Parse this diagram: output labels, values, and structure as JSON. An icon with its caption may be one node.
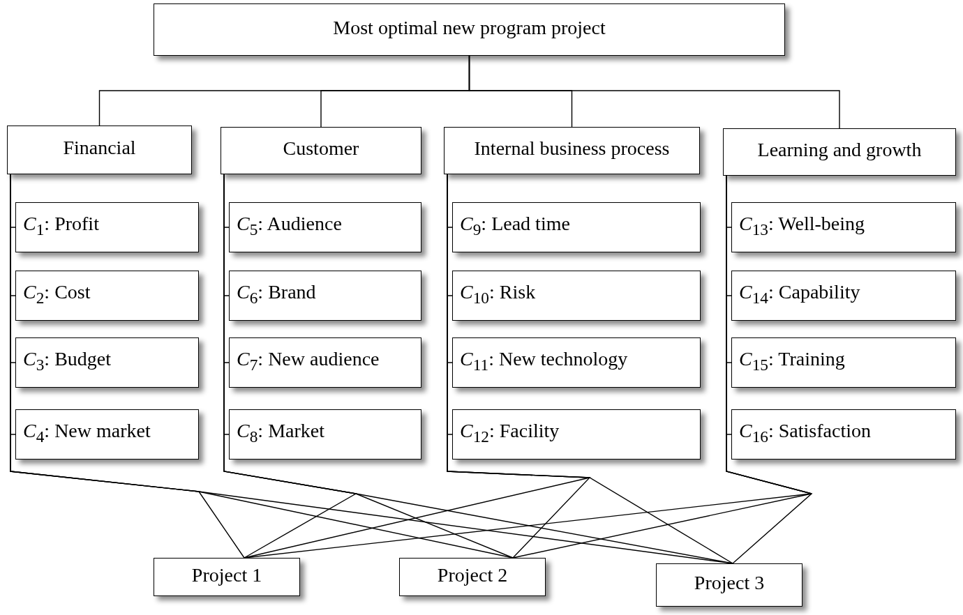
{
  "diagram": {
    "nodes": [
      {
        "text": [
          "Most optimal new program project"
        ]
      },
      {
        "text": [
          "Financial"
        ]
      },
      {
        "text": [
          "*C*$_{1}$: Profit"
        ]
      },
      {
        "text": [
          "*C*$_{2}$: Cost"
        ]
      },
      {
        "text": [
          "*C*$_{3}$: Budget"
        ]
      },
      {
        "text": [
          "*C*$_{4}$: New market"
        ]
      },
      {
        "text": [
          "Customer"
        ]
      },
      {
        "text": [
          "*C*$_{5}$: Audience"
        ]
      },
      {
        "text": [
          "*C*$_{6}$: Brand"
        ]
      },
      {
        "text": [
          "*C*$_{7}$: New audience"
        ]
      },
      {
        "text": [
          "*C*$_{8}$: Market"
        ]
      },
      {
        "text": [
          "Internal business process"
        ]
      },
      {
        "text": [
          "*C*$_{9}$: Lead time"
        ]
      },
      {
        "text": [
          "*C*$_{10}$: Risk"
        ]
      },
      {
        "text": [
          "*C*$_{11}$: New technology"
        ]
      },
      {
        "text": [
          "*C*$_{12}$: Facility"
        ]
      },
      {
        "text": [
          "Learning and growth"
        ]
      },
      {
        "text": [
          "*C*$_{13}$: Well-being"
        ]
      },
      {
        "text": [
          "*C*$_{14}$: Capability"
        ]
      },
      {
        "text": [
          "*C*$_{15}$: Training"
        ]
      },
      {
        "text": [
          "*C*$_{16}$: Satisfaction"
        ]
      },
      {
        "text": [
          "Project 1"
        ]
      },
      {
        "text": [
          "Project 2"
        ]
      },
      {
        "text": [
          "Project 3"
        ]
      }
    ],
    "edges": [
      {
        "from": 0,
        "to": 1,
        "arrow": "none"
      },
      {
        "from": 0,
        "to": 6,
        "arrow": "none"
      },
      {
        "from": 0,
        "to": 11,
        "arrow": "none"
      },
      {
        "from": 0,
        "to": 16,
        "arrow": "none"
      },
      {
        "from": 1,
        "to": 2,
        "arrow": "none"
      },
      {
        "from": 1,
        "to": 3,
        "arrow": "none"
      },
      {
        "from": 1,
        "to": 4,
        "arrow": "none"
      },
      {
        "from": 1,
        "to": 5,
        "arrow": "none"
      },
      {
        "from": 6,
        "to": 7,
        "arrow": "none"
      },
      {
        "from": 6,
        "to": 8,
        "arrow": "none"
      },
      {
        "from": 6,
        "to": 9,
        "arrow": "none"
      },
      {
        "from": 6,
        "to": 10,
        "arrow": "none"
      },
      {
        "from": 11,
        "to": 12,
        "arrow": "none"
      },
      {
        "from": 11,
        "to": 13,
        "arrow": "none"
      },
      {
        "from": 11,
        "to": 14,
        "arrow": "none"
      },
      {
        "from": 11,
        "to": 15,
        "arrow": "none"
      },
      {
        "from": 16,
        "to": 17,
        "arrow": "none"
      },
      {
        "from": 16,
        "to": 18,
        "arrow": "none"
      },
      {
        "from": 16,
        "to": 19,
        "arrow": "none"
      },
      {
        "from": 16,
        "to": 20,
        "arrow": "none"
      },
      {
        "from": 1,
        "to": 21,
        "arrow": "none"
      },
      {
        "from": 1,
        "to": 22,
        "arrow": "none"
      },
      {
        "from": 1,
        "to": 23,
        "arrow": "none"
      },
      {
        "from": 6,
        "to": 21,
        "arrow": "none"
      },
      {
        "from": 6,
        "to": 22,
        "arrow": "none"
      },
      {
        "from": 6,
        "to": 23,
        "arrow": "none"
      },
      {
        "from": 11,
        "to": 21,
        "arrow": "none"
      },
      {
        "from": 11,
        "to": 22,
        "arrow": "none"
      },
      {
        "from": 11,
        "to": 23,
        "arrow": "none"
      },
      {
        "from": 16,
        "to": 21,
        "arrow": "none"
      },
      {
        "from": 16,
        "to": 22,
        "arrow": "none"
      },
      {
        "from": 16,
        "to": 23,
        "arrow": "none"
      }
    ]
  }
}
